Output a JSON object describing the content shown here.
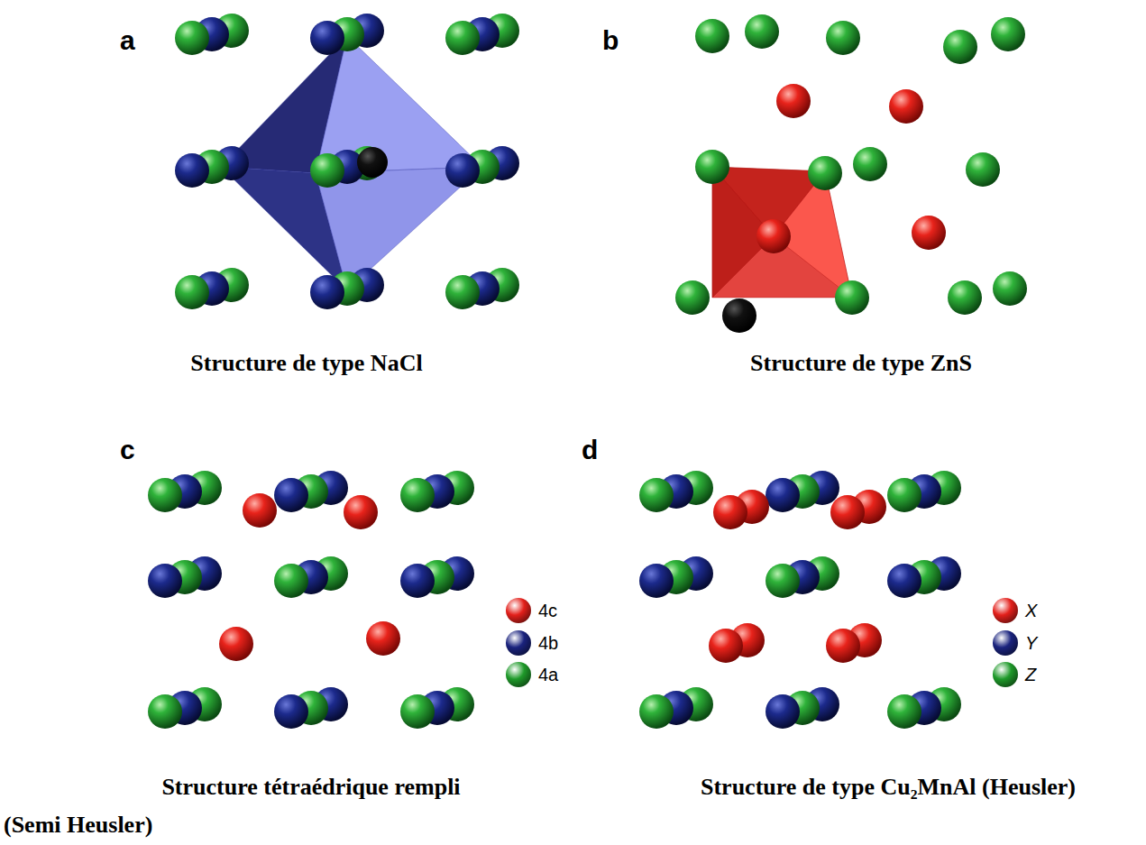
{
  "diagram": {
    "labels": [
      "a",
      "b",
      "c",
      "d",
      "Structure de type NaCl",
      "Structure de type ZnS",
      "Structure tétraédrique rempli",
      "(Semi Heusler)",
      "Structure de type Cu₂MnAl (Heusler)"
    ],
    "legend": [
      {
        "text": "4c",
        "color": "#e3201b"
      },
      {
        "text": "4b",
        "color": "#1a237e"
      },
      {
        "text": "4a",
        "color": "#1f9a2a"
      },
      {
        "text": "X",
        "color": "#e3201b"
      },
      {
        "text": "Y",
        "color": "#1a237e"
      },
      {
        "text": "Z",
        "color": "#1f9a2a"
      }
    ]
  }
}
